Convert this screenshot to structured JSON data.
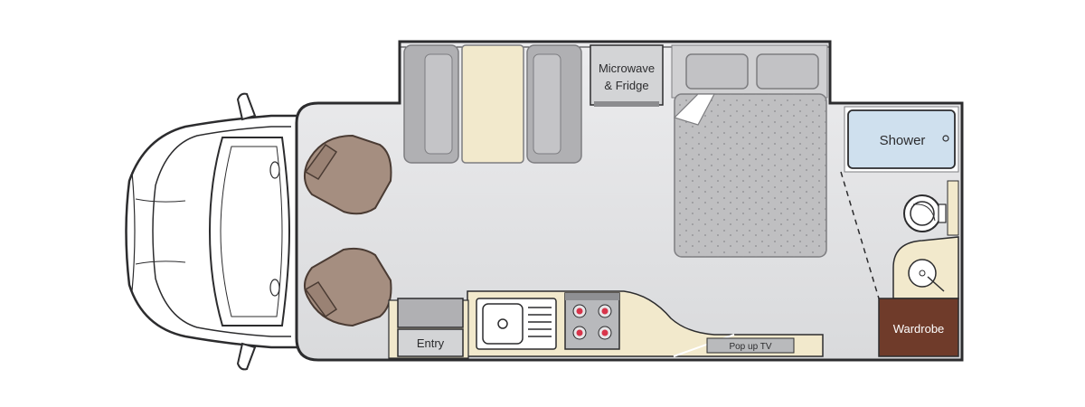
{
  "labels": {
    "microwave_fridge_line1": "Microwave",
    "microwave_fridge_line2": "& Fridge",
    "shower": "Shower",
    "wardrobe": "Wardrobe",
    "entry": "Entry",
    "popup_tv": "Pop up TV"
  },
  "colors": {
    "floor": "#e2e3e5",
    "wall": "#2c2c2e",
    "seat": "#b0b0b3",
    "table": "#f2e9cc",
    "counter": "#f2e9cc",
    "armchair": "#a58e80",
    "bed": "#bfbfc1",
    "shower": "#cfe0ee",
    "wardrobe": "#6f3b2a",
    "burner": "#d8344a",
    "cab": "#ffffff"
  },
  "icons": {
    "cab": "vehicle-cab-icon",
    "sink": "sink-icon",
    "cooktop": "cooktop-icon",
    "toilet": "toilet-icon",
    "basin": "basin-icon"
  }
}
